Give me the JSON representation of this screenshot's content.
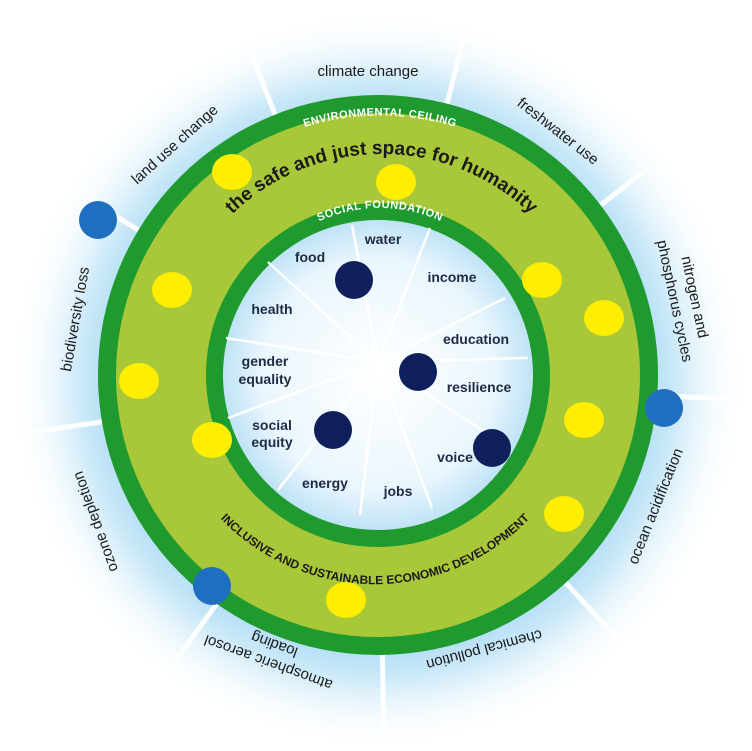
{
  "diagram": {
    "environmental_ceiling": "ENVIRONMENTAL CEILING",
    "social_foundation": "SOCIAL FOUNDATION",
    "safe_space": "the safe and just space for humanity",
    "economic_development": "INCLUSIVE AND SUSTAINABLE ECONOMIC DEVELOPMENT",
    "planetary_boundaries": {
      "climate_change": "climate change",
      "freshwater_use": "freshwater use",
      "nitrogen_line1": "nitrogen and",
      "nitrogen_line2": "phosphorus cycles",
      "ocean_acidification": "ocean acidification",
      "chemical_pollution": "chemical pollution",
      "aerosol_line1": "atmospheric aerosol",
      "aerosol_line2": "loading",
      "ozone_depletion": "ozone depletion",
      "biodiversity_loss": "biodiversity loss",
      "land_use_change": "land use change"
    },
    "social_foundations": {
      "water": "water",
      "income": "income",
      "education": "education",
      "resilience": "resilience",
      "voice": "voice",
      "jobs": "jobs",
      "energy": "energy",
      "social_line1": "social",
      "social_line2": "equity",
      "gender_line1": "gender",
      "gender_line2": "equality",
      "health": "health",
      "food": "food"
    },
    "colors": {
      "dark_green": "#1f9a2e",
      "light_green": "#a8c83a",
      "sky_blue": "#9fd6f2",
      "yellow_marker": "#ffee00",
      "blue_marker": "#1f6fc0",
      "navy_marker": "#0f1f5c"
    }
  }
}
